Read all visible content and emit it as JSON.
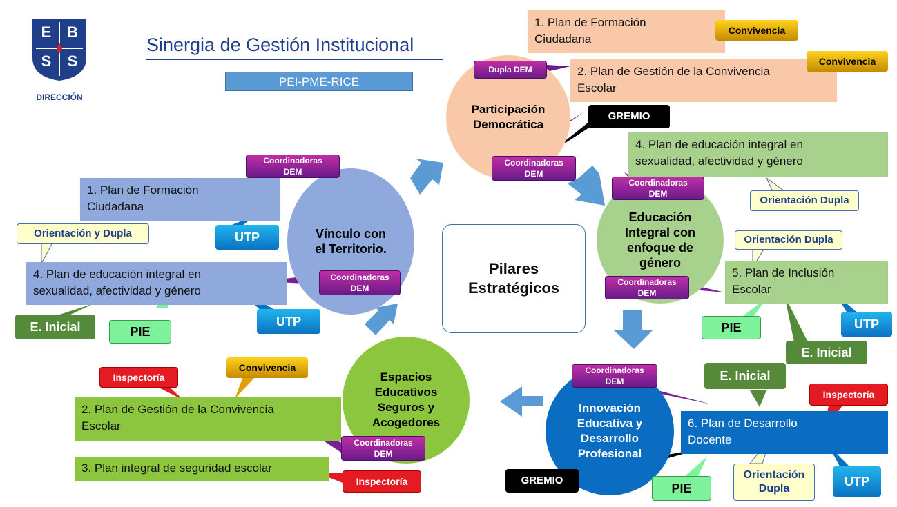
{
  "header": {
    "logo_letters": [
      "E",
      "B",
      "S",
      "S"
    ],
    "logo_caption": "DIRECCIÓN",
    "title": "Sinergia de Gestión Institucional",
    "subtitle": "PEI-PME-RICE"
  },
  "center": {
    "label_line1": "Pilares",
    "label_line2": "Estratégicos"
  },
  "pillars": {
    "participacion": [
      "Participación",
      "Democrática"
    ],
    "educacion": [
      "Educación",
      "Integral con",
      "enfoque de",
      "género"
    ],
    "innovacion": [
      "Innovación",
      "Educativa y",
      "Desarrollo",
      "Profesional"
    ],
    "espacios": [
      "Espacios",
      "Educativos",
      "Seguros y",
      "Acogedores"
    ],
    "vinculo": [
      "Vínculo con",
      "el Territorio."
    ]
  },
  "plans": {
    "tr_formacion": [
      "1. Plan de Formación",
      "Ciudadana"
    ],
    "tr_convivencia": [
      "2. Plan de Gestión de la Convivencia",
      "Escolar"
    ],
    "r_sexualidad": [
      "4. Plan de educación integral en",
      "sexualidad, afectividad y género"
    ],
    "r_inclusion": [
      "5. Plan de Inclusión",
      "Escolar"
    ],
    "br_desarrollo": [
      "6. Plan de Desarrollo",
      "Docente"
    ],
    "bl_convivencia": [
      "2. Plan de Gestión de la Convivencia",
      "Escolar"
    ],
    "bl_seguridad": [
      "3. Plan integral de seguridad escolar"
    ],
    "l_formacion": [
      "1. Plan de Formación",
      "Ciudadana"
    ],
    "l_sexualidad": [
      "4. Plan de educación integral en",
      "sexualidad, afectividad y género"
    ]
  },
  "tags": {
    "convivencia": "Convivencia",
    "dupla_dem": "Dupla DEM",
    "gremio": "GREMIO",
    "coordinadoras_dem": [
      "Coordinadoras",
      "DEM"
    ],
    "orientacion_dupla": "Orientación Dupla",
    "orientacion_dupla_split": [
      "Orientación",
      "Dupla"
    ],
    "orientacion_y_dupla": "Orientación y Dupla",
    "pie": "PIE",
    "utp": "UTP",
    "e_inicial": "E. Inicial",
    "inspectoria": "Inspectoría"
  },
  "colors": {
    "title_blue": "#1f3f8a",
    "subtitle_box": "#5b9bd5",
    "peach": "#f8c8a8",
    "light_green": "#a9d18e",
    "lavender": "#8fa9dc",
    "bright_green": "#8cc63f",
    "deep_blue": "#0b6dc1",
    "arrow_blue": "#5b9bd5"
  }
}
